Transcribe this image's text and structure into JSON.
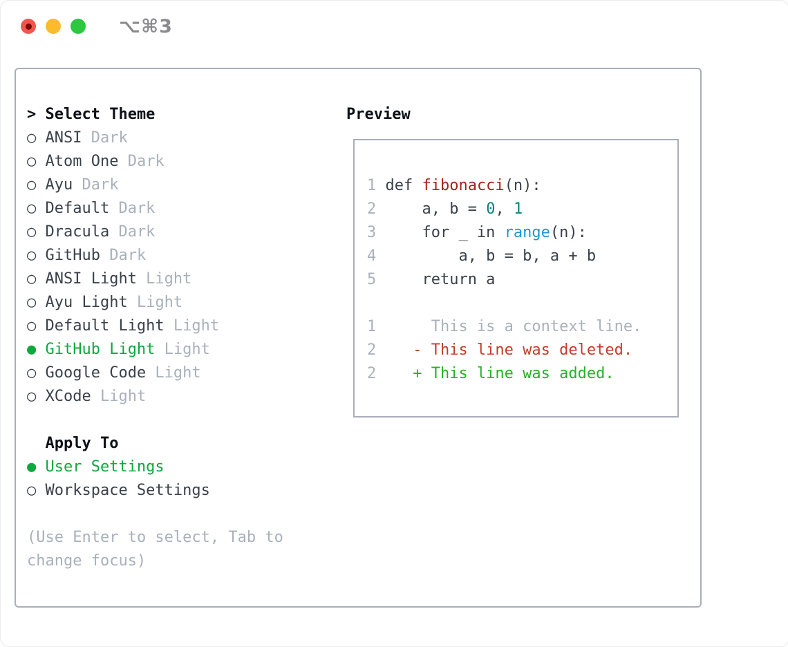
{
  "window": {
    "shortcut": "⌥⌘3"
  },
  "theme_picker": {
    "marker": ">",
    "title": "Select Theme",
    "unselected_icon": "○",
    "selected_icon": "●",
    "items": [
      {
        "name": "ANSI",
        "tag": "Dark",
        "selected": false
      },
      {
        "name": "Atom One",
        "tag": "Dark",
        "selected": false
      },
      {
        "name": "Ayu",
        "tag": "Dark",
        "selected": false
      },
      {
        "name": "Default",
        "tag": "Dark",
        "selected": false
      },
      {
        "name": "Dracula",
        "tag": "Dark",
        "selected": false
      },
      {
        "name": "GitHub",
        "tag": "Dark",
        "selected": false
      },
      {
        "name": "ANSI Light",
        "tag": "Light",
        "selected": false
      },
      {
        "name": "Ayu Light",
        "tag": "Light",
        "selected": false
      },
      {
        "name": "Default Light",
        "tag": "Light",
        "selected": false
      },
      {
        "name": "GitHub Light",
        "tag": "Light",
        "selected": true
      },
      {
        "name": "Google Code",
        "tag": "Light",
        "selected": false
      },
      {
        "name": "XCode",
        "tag": "Light",
        "selected": false
      }
    ]
  },
  "apply_to": {
    "title": "Apply To",
    "options": [
      {
        "name": "User Settings",
        "selected": true
      },
      {
        "name": "Workspace Settings",
        "selected": false
      }
    ]
  },
  "hint_lines": [
    "(Use Enter to select, Tab to",
    "change focus)"
  ],
  "preview": {
    "title": "Preview",
    "lines": [
      {
        "num": "1",
        "tokens": [
          {
            "c": "plain",
            "t": "def "
          },
          {
            "c": "fn",
            "t": "fibonacci"
          },
          {
            "c": "plain",
            "t": "(n):"
          }
        ]
      },
      {
        "num": "2",
        "tokens": [
          {
            "c": "plain",
            "t": "    a, b = "
          },
          {
            "c": "num",
            "t": "0"
          },
          {
            "c": "plain",
            "t": ", "
          },
          {
            "c": "num",
            "t": "1"
          }
        ]
      },
      {
        "num": "3",
        "tokens": [
          {
            "c": "plain",
            "t": "    for _ in "
          },
          {
            "c": "builtin",
            "t": "range"
          },
          {
            "c": "plain",
            "t": "(n):"
          }
        ]
      },
      {
        "num": "4",
        "tokens": [
          {
            "c": "plain",
            "t": "        a, b = b, a + b"
          }
        ]
      },
      {
        "num": "5",
        "tokens": [
          {
            "c": "plain",
            "t": "    return a"
          }
        ]
      },
      {
        "num": "",
        "tokens": []
      },
      {
        "num": "1",
        "tokens": [
          {
            "c": "context",
            "t": "     This is a context line."
          }
        ]
      },
      {
        "num": "2",
        "tokens": [
          {
            "c": "del",
            "t": "   - This line was deleted."
          }
        ]
      },
      {
        "num": "2",
        "tokens": [
          {
            "c": "add",
            "t": "   + This line was added."
          }
        ]
      }
    ]
  },
  "colors": {
    "accent_green": "#0fa83e",
    "muted_gray": "#a9b1bb",
    "text_dark": "#3a414b",
    "fn_red": "#a8201a",
    "num_teal": "#0e807b",
    "builtin_blue": "#1d97d4",
    "diff_red": "#c43c28",
    "diff_green": "#25b325",
    "traffic_red": "#f4544d",
    "traffic_yellow": "#fcbb2d",
    "traffic_green": "#2bc840"
  }
}
